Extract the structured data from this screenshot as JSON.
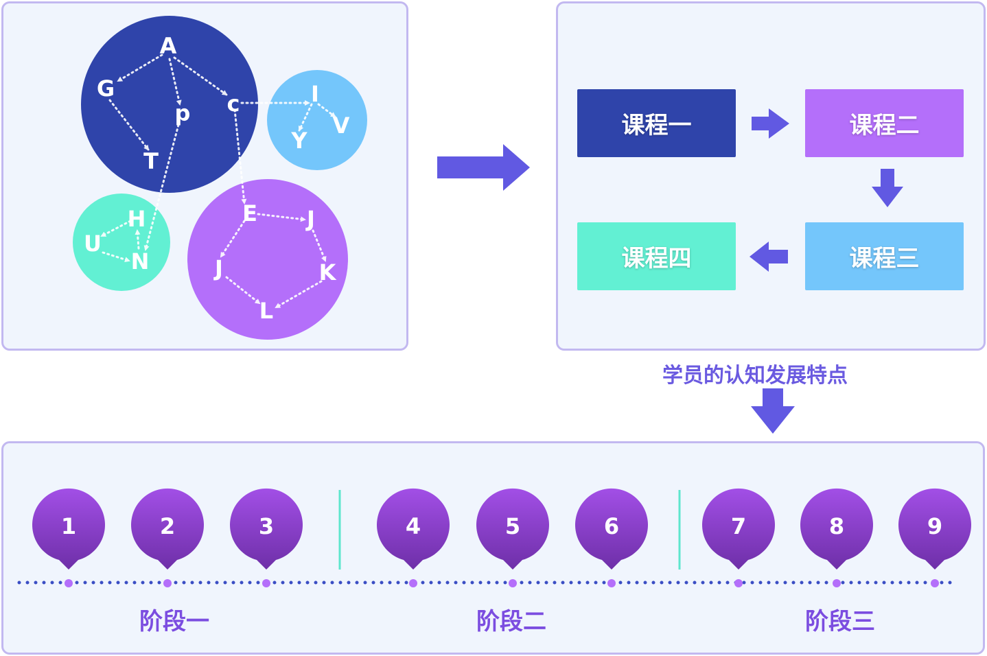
{
  "graph": {
    "nodes": [
      {
        "id": "A",
        "label": "A"
      },
      {
        "id": "G",
        "label": "G"
      },
      {
        "id": "P",
        "label": "p"
      },
      {
        "id": "C",
        "label": "c"
      },
      {
        "id": "T",
        "label": "T"
      },
      {
        "id": "I",
        "label": "I"
      },
      {
        "id": "V",
        "label": "V"
      },
      {
        "id": "Y",
        "label": "Y"
      },
      {
        "id": "H",
        "label": "H"
      },
      {
        "id": "U",
        "label": "U"
      },
      {
        "id": "N",
        "label": "N"
      },
      {
        "id": "E",
        "label": "E"
      },
      {
        "id": "J1",
        "label": "J"
      },
      {
        "id": "J2",
        "label": "J"
      },
      {
        "id": "K",
        "label": "K"
      },
      {
        "id": "L",
        "label": "L"
      }
    ],
    "clusters": [
      {
        "name": "cluster-navy",
        "color": "#2f44aa"
      },
      {
        "name": "cluster-sky",
        "color": "#74c6fb"
      },
      {
        "name": "cluster-mint",
        "color": "#62f0d3"
      },
      {
        "name": "cluster-violet",
        "color": "#b46ffa"
      }
    ]
  },
  "courses": {
    "course1": {
      "label": "课程一",
      "color": "#2f44aa"
    },
    "course2": {
      "label": "课程二",
      "color": "#b46ffa"
    },
    "course3": {
      "label": "课程三",
      "color": "#74c6fb"
    },
    "course4": {
      "label": "课程四",
      "color": "#62f0d3"
    }
  },
  "caption": "学员的认知发展特点",
  "stages": {
    "pins": [
      "1",
      "2",
      "3",
      "4",
      "5",
      "6",
      "7",
      "8",
      "9"
    ],
    "labels": [
      "阶段一",
      "阶段二",
      "阶段三"
    ]
  },
  "colors": {
    "arrow": "#6159e2",
    "divider": "#5ee6cd",
    "dot": "#3a4ec4",
    "pin_dot": "#b46ffa"
  }
}
